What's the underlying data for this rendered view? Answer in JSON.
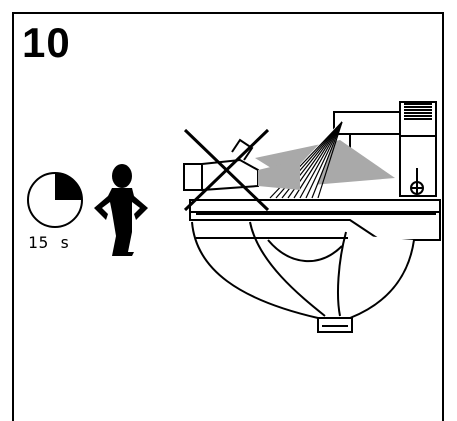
{
  "step": {
    "number": "10"
  },
  "timer": {
    "label": "15 s",
    "fraction_filled": 0.25
  },
  "colors": {
    "line": "#000000",
    "background": "#ffffff",
    "spray_shade": "#a9a9a9"
  },
  "icons": [
    "clock-icon",
    "waiting-person-icon",
    "prohibited-spray-direction",
    "vacuum-head-icon"
  ]
}
